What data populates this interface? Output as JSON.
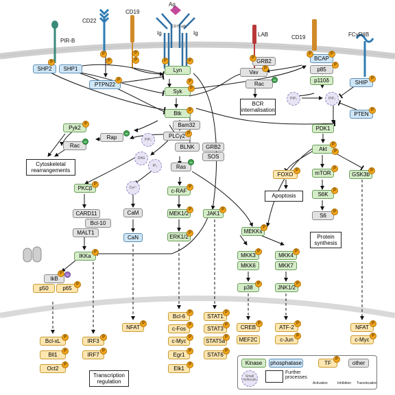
{
  "receptors": {
    "antigen": "Ag",
    "pir_b": "PIR-B",
    "cd22": "CD22",
    "cd19_left": "CD19",
    "cd79": "CD79 a/b",
    "ig_left": "Ig",
    "ig_right": "Ig",
    "lab": "LAB",
    "cd19_right": "CD19",
    "fcgr2b": "FCγRIIB"
  },
  "nodes": {
    "shp2": "SHP2",
    "ship1": "SHP1",
    "ptpn22": "PTPN22",
    "lyn": "Lyn",
    "syk": "Syk",
    "btk": "Btk",
    "bam32": "Bam32",
    "plcg2": "PLCγ2",
    "blnk": "BLNK",
    "grb2_a": "GRB2",
    "sos": "SOS",
    "grb2_b": "GRB2",
    "vav": "Vav",
    "rac_top": "Rac",
    "bcap": "BCAP",
    "p85": "p85",
    "p110d": "p110δ",
    "ship": "SHIP",
    "pip2": "PIP₂",
    "pip3": "PIP₃",
    "pten": "PTEN",
    "pdk1": "PDK1",
    "akt": "Akt",
    "foxo": "FOXO",
    "mtor": "mTOR",
    "gsk3b": "GSK3b",
    "s6k": "S6K",
    "s6": "S6",
    "pyk2": "Pyk2",
    "rap": "Rap",
    "rac_left": "Rac",
    "pip2_left": "PIP₂",
    "ip3": "IP₃",
    "dag": "DAG",
    "ras": "Ras",
    "ca": "Ca²⁺",
    "pkcb": "PKCβ",
    "card11": "CARD11",
    "bcl10": "Bcl-10",
    "malt1": "MALT1",
    "ikka": "IKKa",
    "ikb": "IkB",
    "p50": "p50",
    "p65": "p65",
    "cam": "CaM",
    "can": "CaN",
    "craf": "c-RAF",
    "mek": "MEK1/2",
    "erk": "ERK1/2",
    "jak1": "JAK1",
    "mekk": "MEKKs",
    "mkk3": "MKK3",
    "mkk6": "MKK6",
    "mkk4": "MKK4",
    "mkk7": "MKK7",
    "p38": "p38",
    "jnk": "JNK1/2"
  },
  "outcomes": {
    "bcr_internalisation": "BCR internalisation",
    "cytoskeletal": "Cytoskeletal rearrangements",
    "apoptosis": "Apoptosis",
    "protein_synthesis": "Protein synthesis",
    "transcription_regulation": "Transcription regulation"
  },
  "nuclear": {
    "bclxl": "Bcl-xL",
    "bll1": "Bll1",
    "oct2": "Oct2",
    "irf3": "IRF3",
    "irf7": "IRF7",
    "nfat_left": "NFAT",
    "bcl6": "Bcl-6",
    "cfos": "c-Fos",
    "cmyc_mid": "c-Myc",
    "egr1": "Egr1",
    "elk1": "Elk1",
    "stat1": "STAT1",
    "stat3": "STAT3",
    "stat5a": "STAT5a",
    "stat6": "STAT6",
    "creb": "CREB",
    "mef2c": "MEF2C",
    "atf2": "ATF-2",
    "cjun": "c-Jun",
    "nfat_right": "NFAT",
    "cmyc_right": "c-Myc"
  },
  "legend": {
    "kinase": "Kinase",
    "phosphatase": "phosphatase",
    "tf": "TF",
    "other": "other",
    "small_molecule": "Small molecule",
    "further_processes": "Further processes",
    "activation": "Activation",
    "inhibition": "Inhibition",
    "translocation": "Translocation"
  },
  "badges": {
    "phospho": "P",
    "ubiquitin": "Ubi"
  },
  "colors": {
    "kinase_fill": "#d5ecc9",
    "phosphatase_fill": "#cfe6f7",
    "tf_fill": "#fde6b0",
    "other_fill": "#e2e2e2",
    "phospho": "#f1a51c",
    "membrane": "#cfcfcf"
  }
}
